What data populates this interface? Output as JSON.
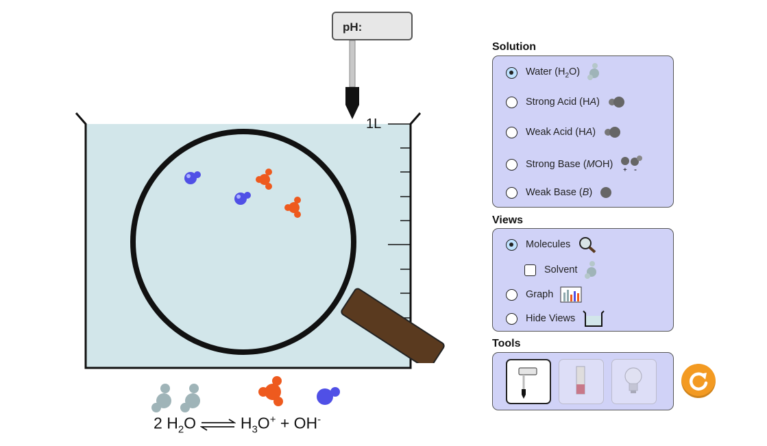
{
  "ph_meter": {
    "label": "pH:",
    "value": ""
  },
  "beaker": {
    "volume_label": "1L"
  },
  "equation": {
    "coef": "2",
    "reactant": "H",
    "reactant_sub": "2",
    "reactant_tail": "O",
    "product1": "H",
    "product1_sub": "3",
    "product1_tail": "O",
    "product1_charge": "+",
    "plus": "+",
    "product2": "OH",
    "product2_charge": "-"
  },
  "solution": {
    "title": "Solution",
    "selected": "water",
    "options": [
      {
        "id": "water",
        "label_pre": "Water (H",
        "label_sub": "2",
        "label_post": "O)",
        "icon": "water-molecule-icon"
      },
      {
        "id": "strong_acid",
        "label_pre": "Strong Acid (H",
        "label_em": "A",
        "label_post": ")",
        "icon": "acid-molecule-icon"
      },
      {
        "id": "weak_acid",
        "label_pre": "Weak Acid (H",
        "label_em": "A",
        "label_post": ")",
        "icon": "acid-molecule-icon"
      },
      {
        "id": "strong_base",
        "label_pre": "Strong Base (",
        "label_em": "M",
        "label_post": "OH)",
        "icon": "base-ions-icon"
      },
      {
        "id": "weak_base",
        "label_pre": "Weak Base (",
        "label_em": "B",
        "label_post": ")",
        "icon": "base-molecule-icon"
      }
    ]
  },
  "views": {
    "title": "Views",
    "selected": "molecules",
    "molecules_label": "Molecules",
    "solvent_label": "Solvent",
    "solvent_checked": false,
    "graph_label": "Graph",
    "hide_label": "Hide Views"
  },
  "tools": {
    "title": "Tools",
    "items": [
      {
        "id": "ph_meter",
        "icon": "ph-meter-icon",
        "selected": true
      },
      {
        "id": "ph_paper",
        "icon": "ph-paper-icon",
        "selected": false
      },
      {
        "id": "conductivity",
        "icon": "lightbulb-icon",
        "selected": false
      }
    ]
  },
  "colors": {
    "solution": "#d2e6ea",
    "panel": "#d0d2f7",
    "hydronium": "#ee5a1e",
    "hydroxide": "#5050e6",
    "water": "#9fb4b8",
    "magnifier_handle": "#5a3a1f",
    "reset": "#f39a22"
  }
}
